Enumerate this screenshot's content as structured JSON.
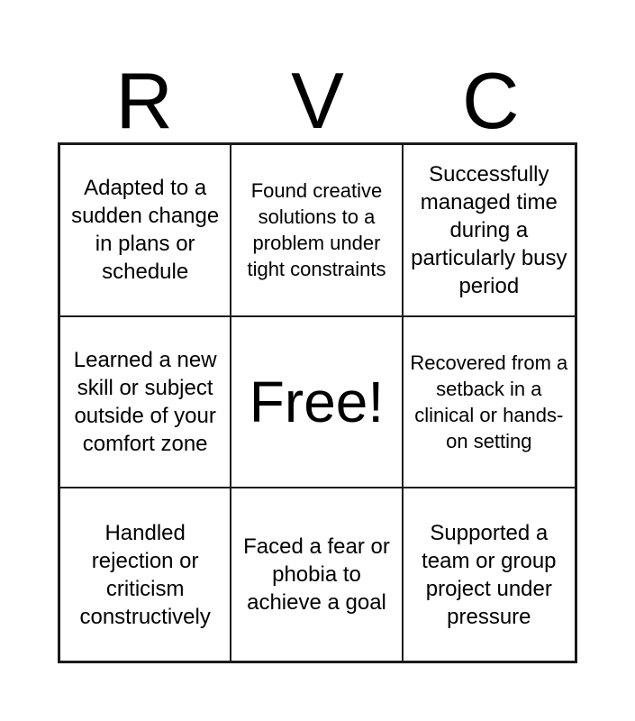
{
  "card": {
    "header_letters": [
      "R",
      "V",
      "C"
    ],
    "grid": {
      "rows": 3,
      "columns": 3,
      "cells": [
        {
          "text": "Adapted to a sudden change in plans or schedule",
          "size": "normal",
          "free": false
        },
        {
          "text": "Found creative solutions to a problem under tight constraints",
          "size": "small",
          "free": false
        },
        {
          "text": "Successfully managed time during a particularly busy period",
          "size": "normal",
          "free": false
        },
        {
          "text": "Learned a new skill or subject outside of your comfort zone",
          "size": "normal",
          "free": false
        },
        {
          "text": "Free!",
          "size": "free",
          "free": true
        },
        {
          "text": "Recovered from a setback in a clinical or hands-on setting",
          "size": "small",
          "free": false
        },
        {
          "text": "Handled rejection or criticism constructively",
          "size": "normal",
          "free": false
        },
        {
          "text": "Faced a fear or phobia to achieve a goal",
          "size": "normal",
          "free": false
        },
        {
          "text": "Supported a team or group project under pressure",
          "size": "normal",
          "free": false
        }
      ]
    }
  },
  "colors": {
    "background": "#ffffff",
    "text": "#000000",
    "grid_line": "#1a1a1a"
  }
}
